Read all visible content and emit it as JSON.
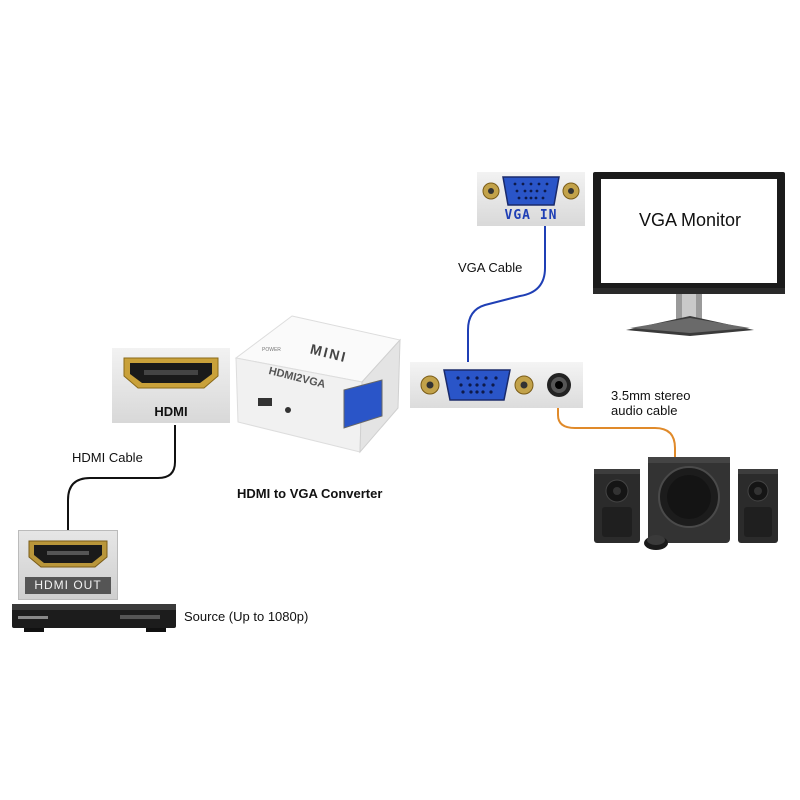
{
  "labels": {
    "hdmi_port": "HDMI",
    "hdmi_cable": "HDMI Cable",
    "hdmi_out": "HDMI OUT",
    "source": "Source (Up to 1080p)",
    "converter_caption": "HDMI to VGA Converter",
    "converter_brand": "MINI",
    "converter_model": "HDMI2VGA",
    "vga_cable": "VGA Cable",
    "vga_in": "VGA IN",
    "vga_monitor": "VGA Monitor",
    "audio_line1": "3.5mm stereo",
    "audio_line2": "audio cable"
  },
  "colors": {
    "hdmi_cable": "#111111",
    "vga_cable": "#1f3fb5",
    "audio_cable": "#e08a2a",
    "vga_port": "#2a55c8",
    "hdmi_gold": "#c9a13a"
  }
}
